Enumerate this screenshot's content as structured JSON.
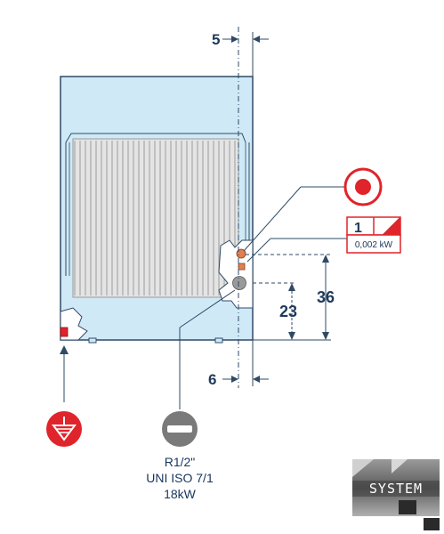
{
  "dimensions": {
    "top_gap": "5",
    "bottom_gap": "6",
    "height_inner": "23",
    "height_outer": "36"
  },
  "electrical": {
    "phase": "1",
    "power": "0,002 kW"
  },
  "gas": {
    "line1": "R1/2\"",
    "line2": "UNI ISO 7/1",
    "line3": "18kW"
  },
  "logo": {
    "text": "SYSTEM"
  },
  "colors": {
    "body_fill": "#cfe9f7",
    "body_stroke": "#2f4a66",
    "red": "#e0242b",
    "gray": "#7a7a7a",
    "label": "#1f3a5a"
  },
  "icons": [
    "electric-connection-icon",
    "gas-connection-icon",
    "equipotential-ground-icon"
  ]
}
